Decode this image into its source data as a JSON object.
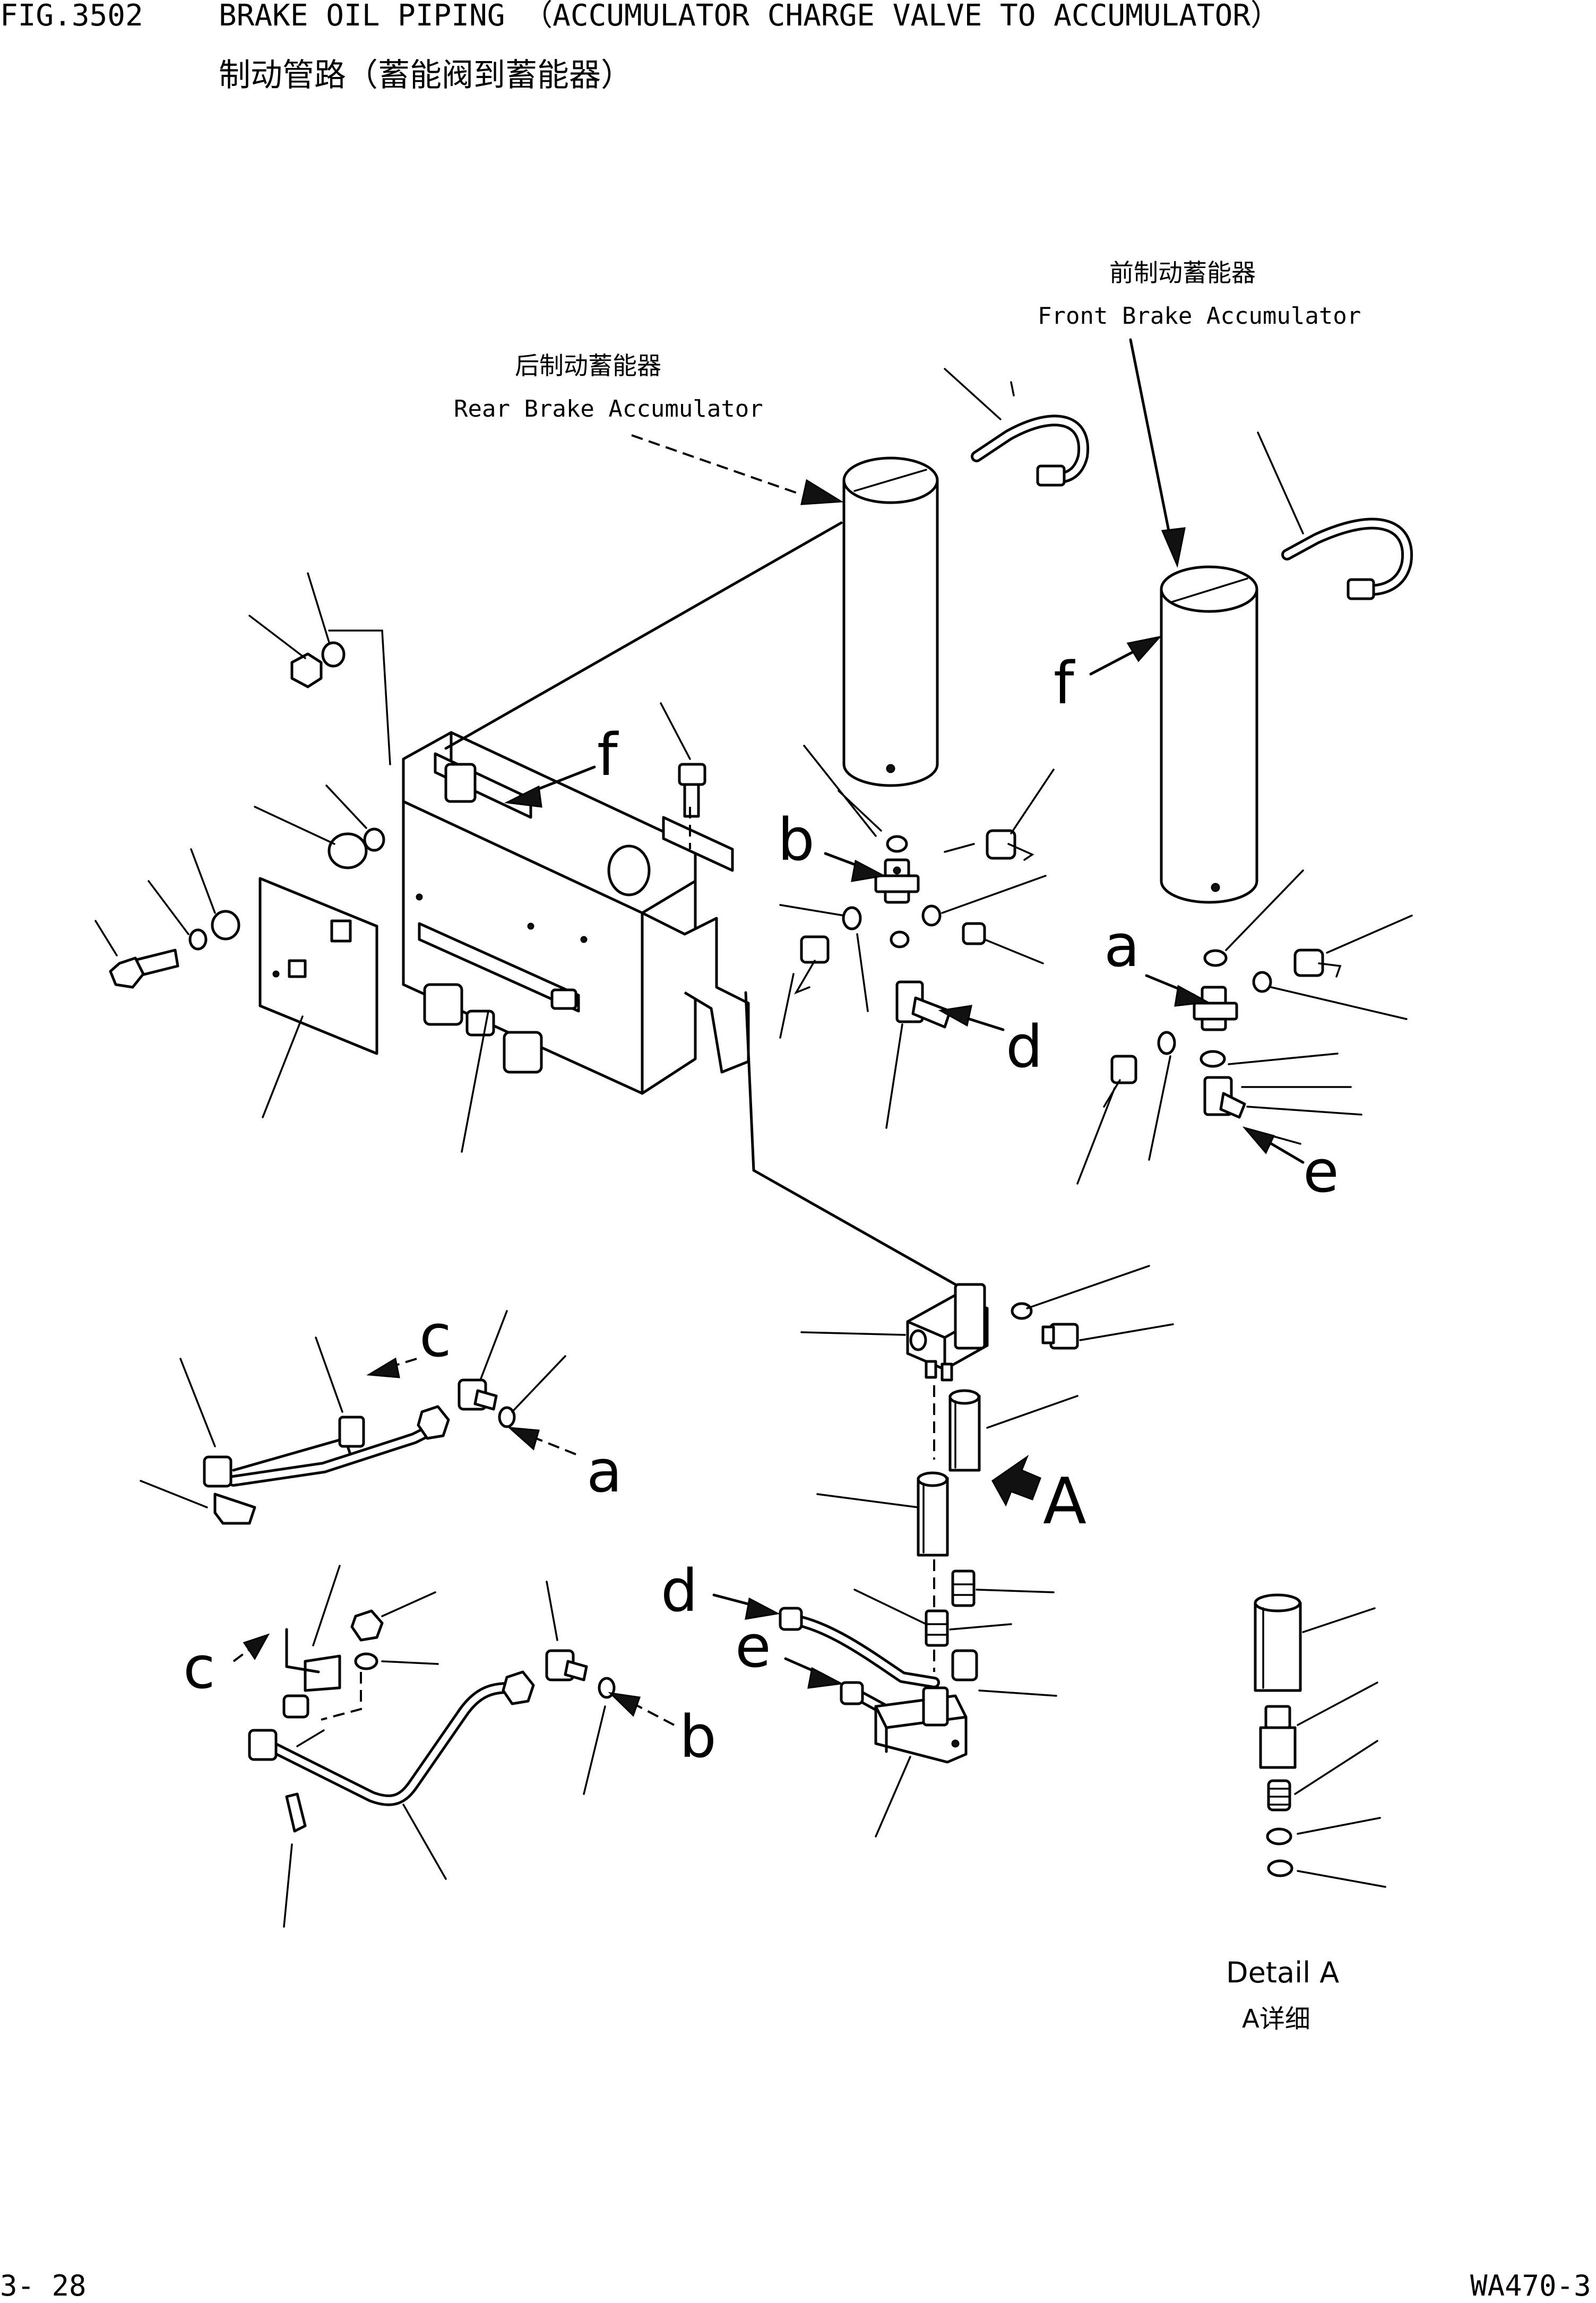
{
  "header": {
    "fig_number": "FIG.3502",
    "title_en": "BRAKE OIL PIPING （ACCUMULATOR CHARGE VALVE TO ACCUMULATOR）",
    "title_zh": "制动管路（蓄能阀到蓄能器）"
  },
  "labels": {
    "front_accumulator_zh": "前制动蓄能器",
    "front_accumulator_en": "Front Brake Accumulator",
    "rear_accumulator_zh": "后制动蓄能器",
    "rear_accumulator_en": "Rear Brake Accumulator"
  },
  "callouts": {
    "a": "a",
    "b": "b",
    "c": "c",
    "d": "d",
    "e": "e",
    "f": "f",
    "A": "A"
  },
  "detail": {
    "title_en": "Detail A",
    "title_zh": "A详细"
  },
  "footer": {
    "page": "3-  28",
    "model": "WA470-3"
  }
}
